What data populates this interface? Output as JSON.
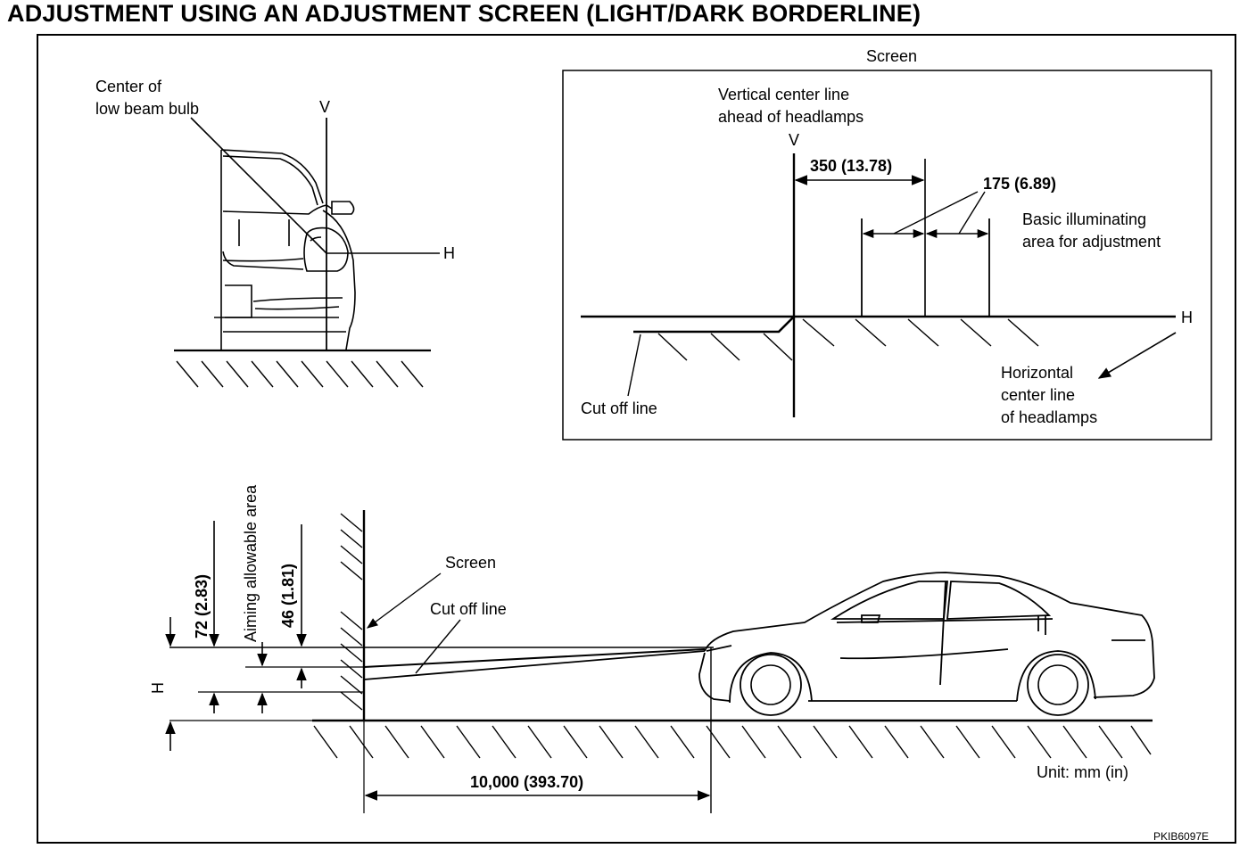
{
  "title": "ADJUSTMENT USING AN ADJUSTMENT SCREEN (LIGHT/DARK BORDERLINE)",
  "front_view": {
    "center_label_1": "Center of",
    "center_label_2": "low beam bulb",
    "v_label": "V",
    "h_label": "H"
  },
  "screen_panel": {
    "title": "Screen",
    "vertical_line_1": "Vertical center line",
    "vertical_line_2": "ahead of headlamps",
    "v_label": "V",
    "dim_350": "350  (13.78)",
    "dim_175": "175  (6.89)",
    "basic_area_1": "Basic illuminating",
    "basic_area_2": "area for adjustment",
    "h_label": "H",
    "horiz_1": "Horizontal",
    "horiz_2": "center line",
    "horiz_3": "of headlamps",
    "cut_off": "Cut off line"
  },
  "side_view": {
    "screen": "Screen",
    "cut_off": "Cut off line",
    "aiming_area": "Aiming allowable area",
    "dim_72": "72 (2.83)",
    "dim_46": "46 (1.81)",
    "h_label": "H",
    "distance": "10,000  (393.70)",
    "unit": "Unit:  mm  (in)"
  },
  "figure_code": "PKIB6097E"
}
